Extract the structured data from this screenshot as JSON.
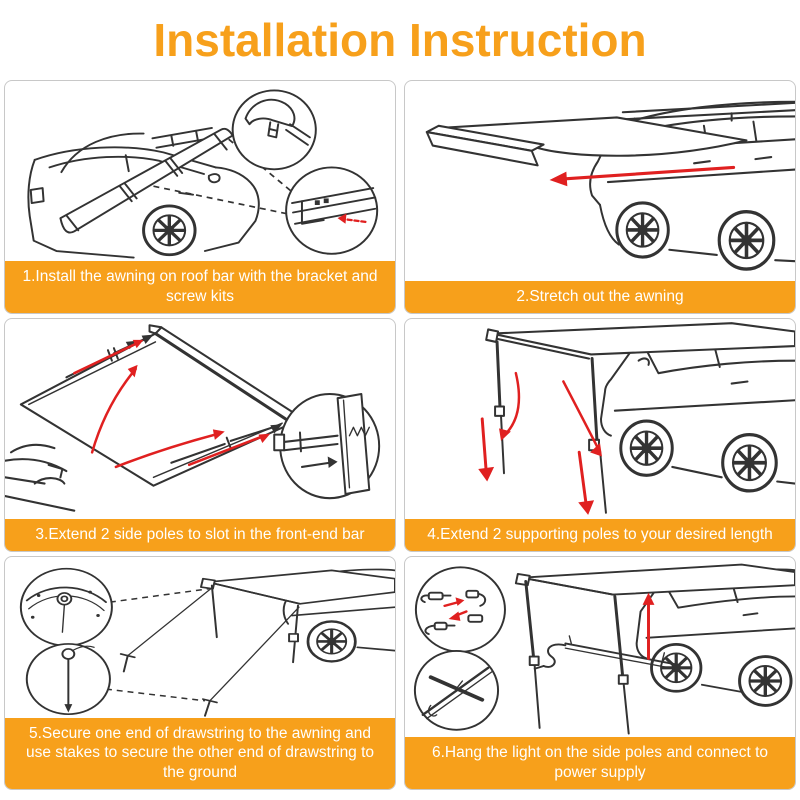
{
  "title": "Installation Instruction",
  "colors": {
    "accent": "#F7A01B",
    "arrow": "#E02020",
    "line": "#333333",
    "border": "#C8C8C8",
    "caption_text": "#FFFFFF"
  },
  "panels": [
    {
      "step": 1,
      "caption": "1.Install the awning on roof bar with the bracket and screw kits",
      "illustration": "car-rooftop-awning-bag-with-bracket-and-screw-kit-callouts"
    },
    {
      "step": 2,
      "caption": "2.Stretch out the awning",
      "illustration": "awning-fabric-stretched-out-from-car-roof-with-pull-arrow"
    },
    {
      "step": 3,
      "caption": "3.Extend 2 side poles to slot in the front-end bar",
      "illustration": "awning-frame-side-poles-with-front-end-bar-slot-callout"
    },
    {
      "step": 4,
      "caption": "4.Extend 2 supporting poles to your desired length",
      "illustration": "awning-with-two-telescoping-support-poles-extended-down"
    },
    {
      "step": 5,
      "caption": "5.Secure one end of drawstring to the awning and use stakes to secure the other end of drawstring to the ground",
      "illustration": "awning-drawstrings-staked-to-ground-with-grommet-and-stake-callouts"
    },
    {
      "step": 6,
      "caption": "6.Hang the light on the side poles and connect to power supply",
      "illustration": "awning-hanging-light-bar-with-connector-and-pole-callouts"
    }
  ]
}
